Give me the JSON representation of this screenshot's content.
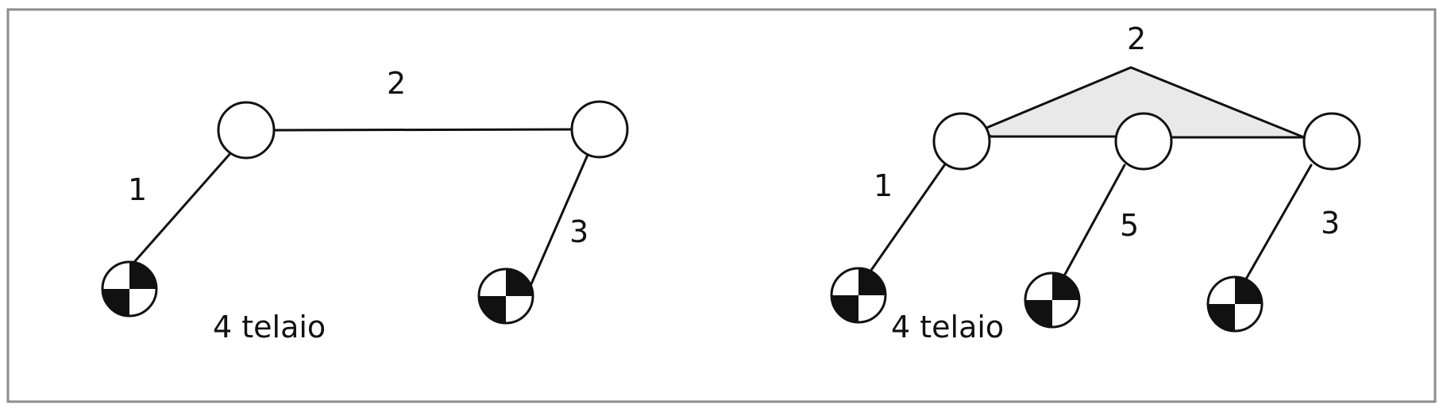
{
  "left_mechanism": {
    "link_labels": {
      "link1": "1",
      "link2": "2",
      "link3": "3",
      "frame": "4 telaio"
    }
  },
  "right_mechanism": {
    "link_labels": {
      "link1": "1",
      "link2": "2",
      "link3": "3",
      "link5": "5",
      "frame": "4 telaio"
    }
  },
  "colors": {
    "line": "#111111",
    "ternary_fill": "#e9e9e9",
    "border": "#8c8c8c"
  }
}
